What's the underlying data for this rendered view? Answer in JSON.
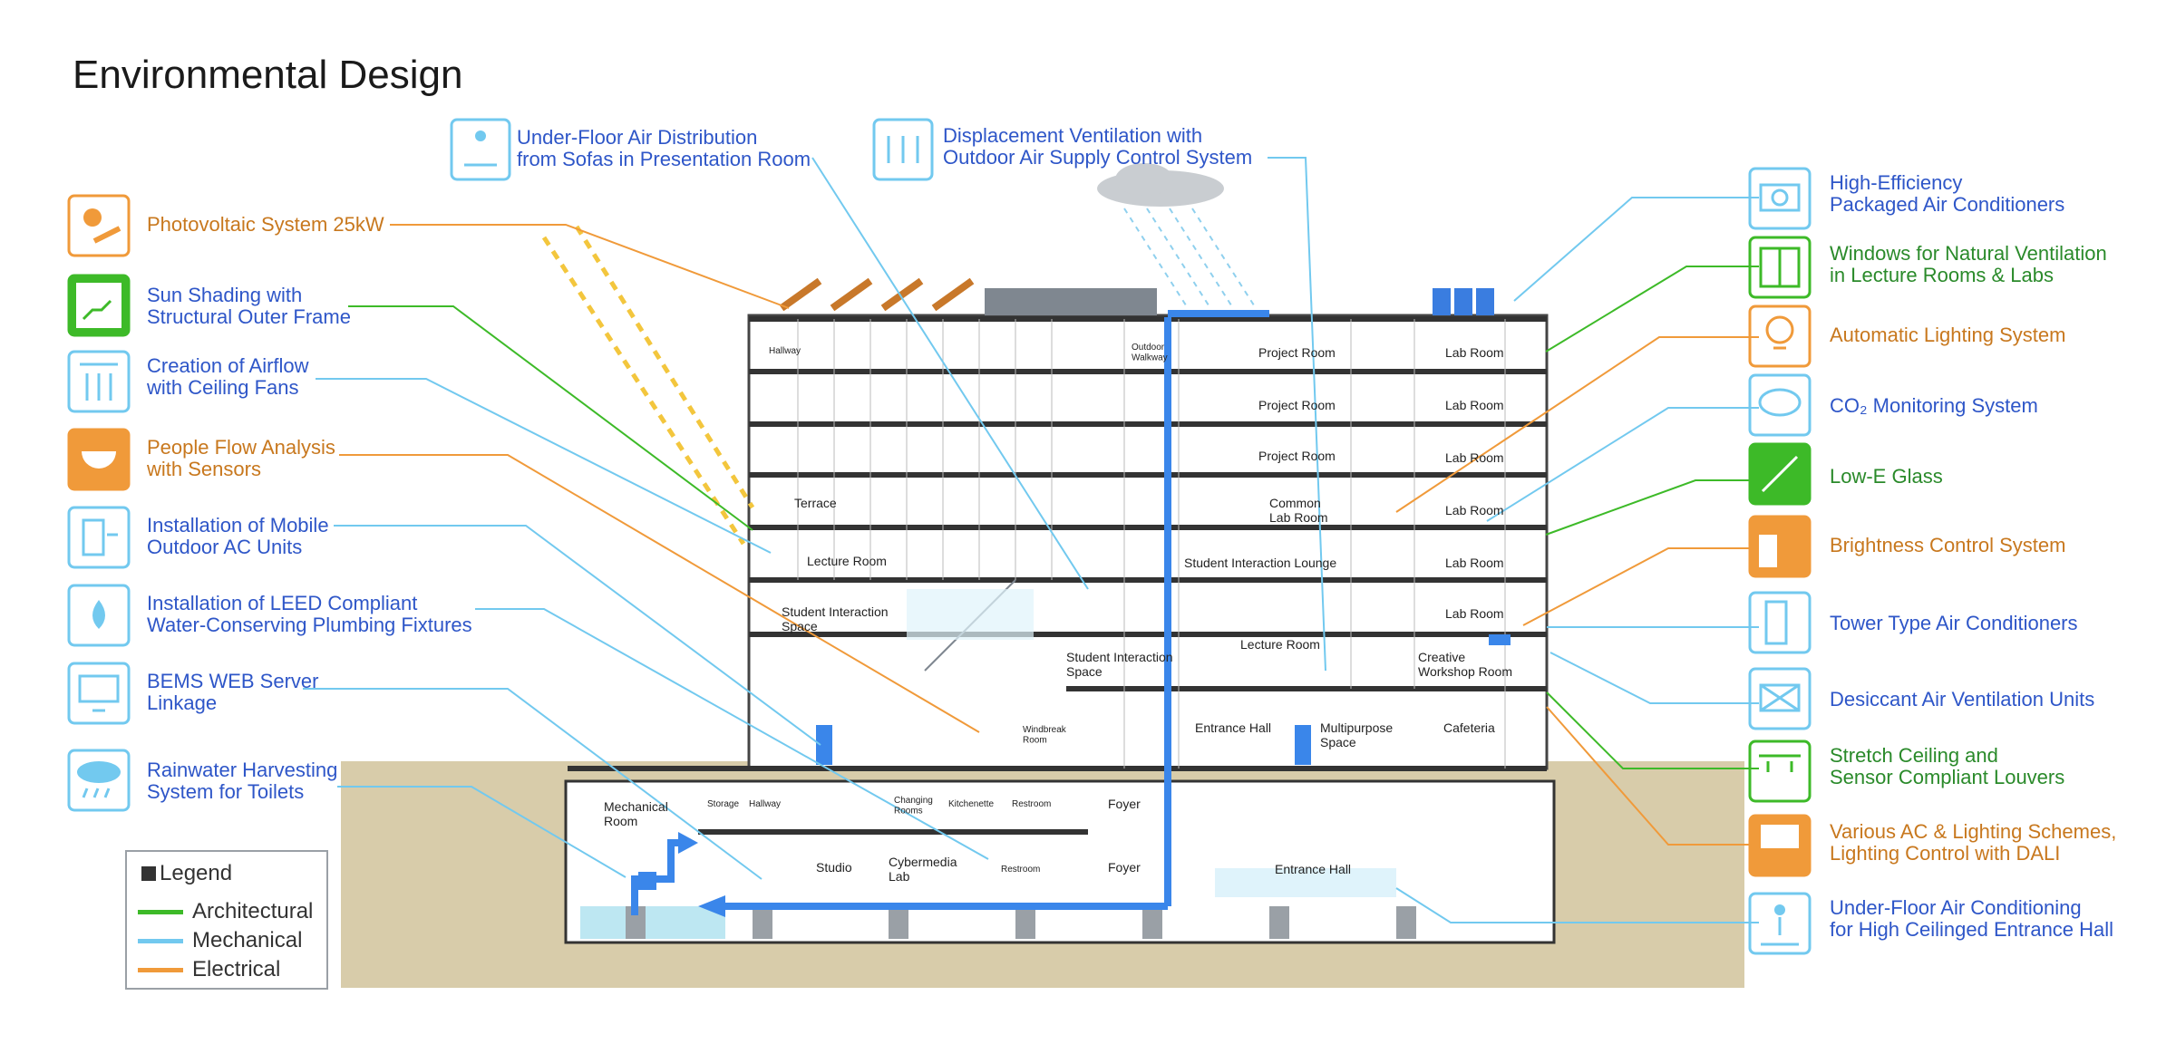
{
  "title": "Environmental Design",
  "colors": {
    "architectural": "#3dba28",
    "mechanical": "#72c9ef",
    "electrical": "#f09a3a",
    "blue_text": "#2e56c8",
    "orange_text": "#c8781e"
  },
  "top_captions": [
    {
      "id": "underfloor-sofas",
      "text": "Under-Floor Air Distribution\nfrom Sofas in Presentation Room",
      "icon": "underfloor-air-icon"
    },
    {
      "id": "displacement",
      "text": "Displacement Ventilation with\nOutdoor Air Supply Control System",
      "icon": "displacement-ventilation-icon"
    }
  ],
  "left_captions": [
    {
      "text": "Photovoltaic System 25kW",
      "category": "electrical",
      "icon": "sun-panel-icon"
    },
    {
      "text": "Sun Shading with\nStructural Outer Frame",
      "category": "architectural",
      "icon": "sun-shading-icon"
    },
    {
      "text": "Creation of Airflow\nwith Ceiling Fans",
      "category": "mechanical",
      "icon": "ceiling-fan-icon"
    },
    {
      "text": "People Flow Analysis\nwith Sensors",
      "category": "electrical",
      "icon": "sensor-icon"
    },
    {
      "text": "Installation of Mobile\nOutdoor AC Units",
      "category": "mechanical",
      "icon": "mobile-ac-icon"
    },
    {
      "text": "Installation of LEED Compliant\nWater-Conserving Plumbing Fixtures",
      "category": "mechanical",
      "icon": "water-drop-icon"
    },
    {
      "text": "BEMS WEB Server\nLinkage",
      "category": "mechanical",
      "icon": "monitor-icon"
    },
    {
      "text": "Rainwater Harvesting\nSystem for Toilets",
      "category": "mechanical",
      "icon": "rain-cloud-icon"
    }
  ],
  "right_captions": [
    {
      "text": "High-Efficiency\nPackaged Air Conditioners",
      "category": "mechanical",
      "icon": "air-conditioner-icon"
    },
    {
      "text": "Windows for Natural Ventilation\nin Lecture Rooms & Labs",
      "category": "architectural",
      "icon": "window-icon"
    },
    {
      "text": "Automatic Lighting System",
      "category": "electrical",
      "icon": "light-bulb-icon"
    },
    {
      "text": "CO₂ Monitoring System",
      "category": "mechanical",
      "icon": "co2-cloud-icon"
    },
    {
      "text": "Low-E Glass",
      "category": "architectural",
      "icon": "low-e-glass-icon"
    },
    {
      "text": "Brightness Control System",
      "category": "electrical",
      "icon": "on-off-icon"
    },
    {
      "text": "Tower Type Air Conditioners",
      "category": "mechanical",
      "icon": "tower-ac-icon"
    },
    {
      "text": "Desiccant Air Ventilation Units",
      "category": "mechanical",
      "icon": "desiccant-icon"
    },
    {
      "text": "Stretch Ceiling and\nSensor Compliant Louvers",
      "category": "architectural",
      "icon": "louver-icon"
    },
    {
      "text": "Various AC & Lighting Schemes,\nLighting Control with DALI",
      "category": "electrical",
      "icon": "presentation-icon"
    },
    {
      "text": "Under-Floor Air Conditioning\nfor High Ceilinged Entrance Hall",
      "category": "mechanical",
      "icon": "underfloor-person-icon"
    }
  ],
  "rooms": {
    "hallway": "Hallway",
    "outdoor_walkway": "Outdoor\nWalkway",
    "project_room": "Project Room",
    "lab_room": "Lab Room",
    "common_lab_room": "Common\nLab Room",
    "terrace": "Terrace",
    "lecture_room": "Lecture Room",
    "student_interaction_lounge": "Student Interaction Lounge",
    "student_interaction_space": "Student Interaction\nSpace",
    "creative_workshop_room": "Creative\nWorkshop Room",
    "windbreak_room": "Windbreak\nRoom",
    "entrance_hall": "Entrance Hall",
    "multipurpose_space": "Multipurpose\nSpace",
    "cafeteria": "Cafeteria",
    "mechanical_room": "Mechanical\nRoom",
    "storage": "Storage",
    "changing_rooms": "Changing\nRooms",
    "kitchenette": "Kitchenette",
    "restroom": "Restroom",
    "foyer": "Foyer",
    "studio": "Studio",
    "cybermedia_lab": "Cybermedia\nLab"
  },
  "legend": {
    "title": "Legend",
    "items": [
      {
        "label": "Architectural",
        "color": "#3dba28"
      },
      {
        "label": "Mechanical",
        "color": "#72c9ef"
      },
      {
        "label": "Electrical",
        "color": "#f09a3a"
      }
    ]
  }
}
